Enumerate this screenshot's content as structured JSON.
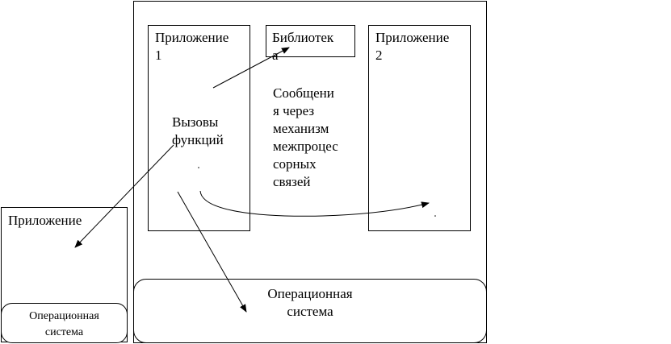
{
  "diagram": {
    "app1": "Приложение\n1",
    "library": "Библиотек\nа",
    "app2": "Приложение\n2",
    "calls": "Вызовы\nфункций",
    "ipc": "Сообщени\nя через\nмеханизм\nмежпроцес\nсорных\nсвязей",
    "os_main": "Операционная\nсистема",
    "remote_app": "Приложение",
    "remote_os": "Операционная\nсистема"
  }
}
